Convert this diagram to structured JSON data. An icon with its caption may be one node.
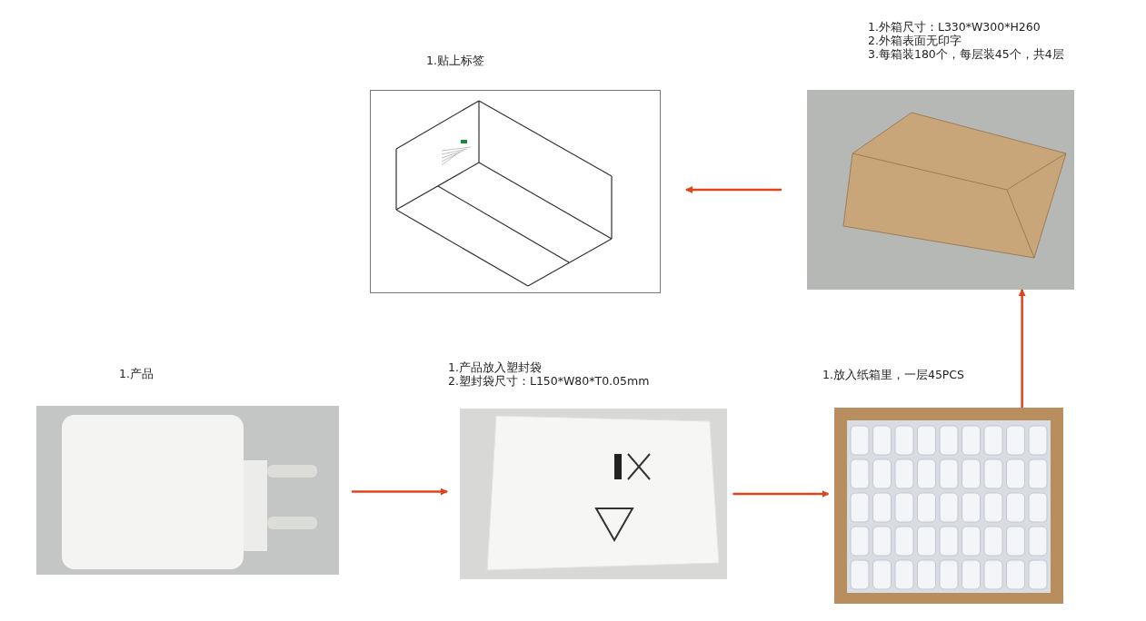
{
  "diagram": {
    "nodes": [
      {
        "text": [
          "1.产品"
        ]
      },
      {
        "text": [
          "1.产品放入塑封袋",
          "2.塑封袋尺寸：L150*W80*T0.05mm"
        ]
      },
      {
        "text": [
          "1.放入纸箱里，一层45PCS"
        ]
      },
      {
        "text": [
          "1.外箱尺寸：L330*W300*H260",
          "2.外箱表面无印字",
          "3.每箱装180个，每层装45个，共4层"
        ]
      },
      {
        "text": [
          "1.贴上标签"
        ]
      }
    ],
    "edges": [
      {
        "from": 0,
        "to": 1,
        "arrow": "to"
      },
      {
        "from": 1,
        "to": 2,
        "arrow": "to"
      },
      {
        "from": 2,
        "to": 3,
        "arrow": "to"
      },
      {
        "from": 3,
        "to": 4,
        "arrow": "to"
      }
    ]
  }
}
